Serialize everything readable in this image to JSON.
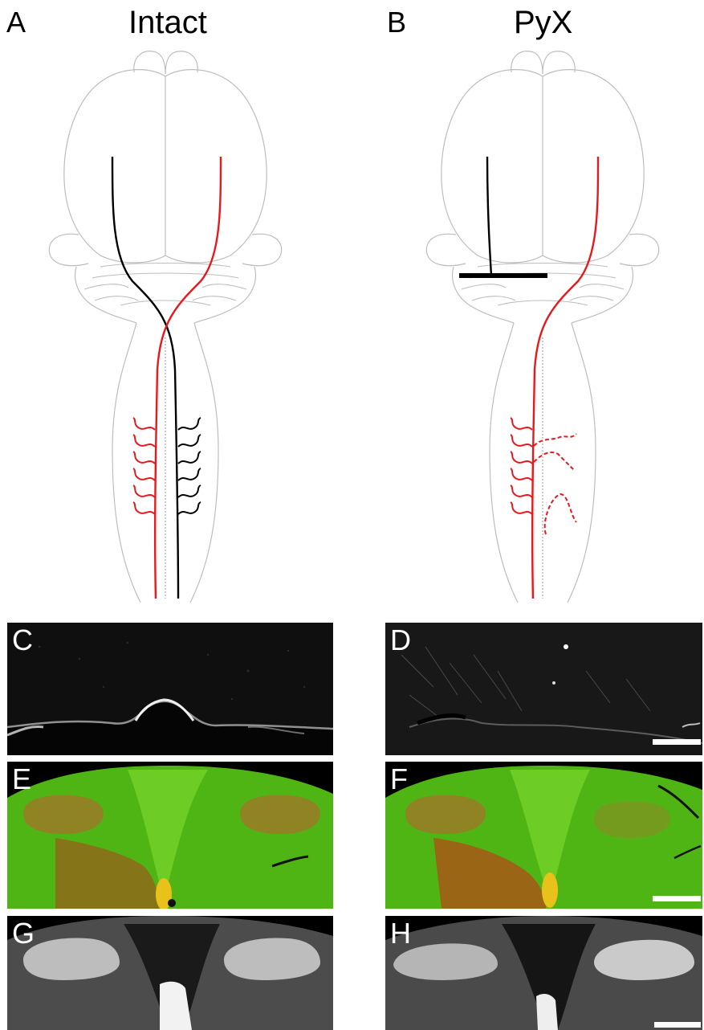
{
  "panels": {
    "A": {
      "letter": "A",
      "title": "Intact"
    },
    "B": {
      "letter": "B",
      "title": "PyX"
    },
    "C": {
      "letter": "C"
    },
    "D": {
      "letter": "D"
    },
    "E": {
      "letter": "E"
    },
    "F": {
      "letter": "F"
    },
    "G": {
      "letter": "G"
    },
    "H": {
      "letter": "H"
    }
  },
  "colors": {
    "outline": "#bdbdbd",
    "tract_red": "#e8191d",
    "tract_black": "#000000",
    "fluor_green": "#5fd11a",
    "fluor_red": "#d23a12",
    "fluor_yellow": "#e8c21a"
  }
}
